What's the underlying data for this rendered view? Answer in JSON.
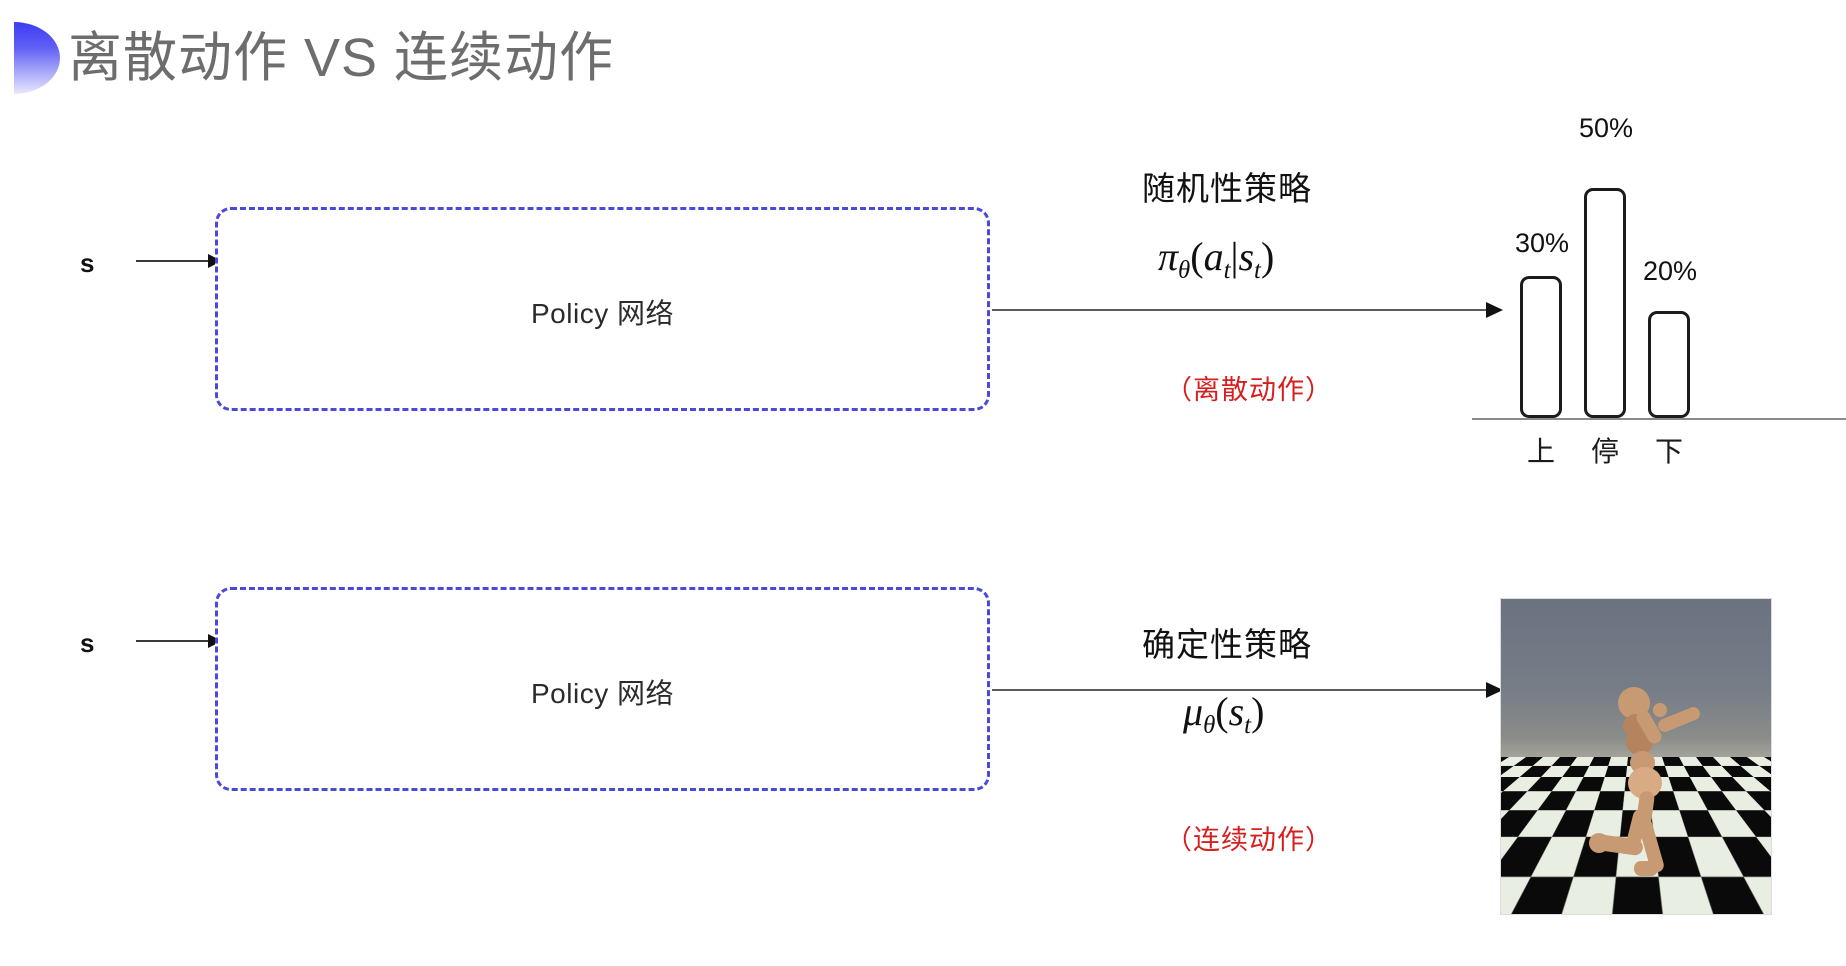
{
  "slide": {
    "title": "离散动作 VS 连续动作",
    "background_color": "#ffffff",
    "title_color": "#6d6d6d",
    "accent_color": "#3d3df2"
  },
  "flows": [
    {
      "id": "discrete",
      "input_label": "s",
      "box_label": "Policy 网络",
      "box_border_color": "#4a4ad8",
      "policy_kind": "随机性策略",
      "formula_plain": "πθ(at|st)",
      "formula_parts": {
        "fn": "π",
        "param": "θ",
        "open": "(",
        "arg1": "a",
        "arg1sub": "t",
        "bar": "|",
        "arg2": "s",
        "arg2sub": "t",
        "close": ")"
      },
      "action_note": "（离散动作）",
      "action_note_color": "#d71f1f",
      "output_type": "bar-chart"
    },
    {
      "id": "continuous",
      "input_label": "s",
      "box_label": "Policy 网络",
      "box_border_color": "#4a4ad8",
      "policy_kind": "确定性策略",
      "formula_plain": "μθ(st)",
      "formula_parts": {
        "fn": "μ",
        "param": "θ",
        "open": "(",
        "arg1": "s",
        "arg1sub": "t",
        "close": ")"
      },
      "action_note": "（连续动作）",
      "action_note_color": "#d71f1f",
      "output_type": "humanoid-simulation"
    }
  ],
  "chart_data": {
    "type": "bar",
    "title": "",
    "xlabel": "",
    "ylabel": "",
    "categories": [
      "上",
      "停",
      "下"
    ],
    "values": [
      30,
      50,
      20
    ],
    "value_labels": [
      "30%",
      "50%",
      "20%"
    ],
    "ylim": [
      0,
      55
    ],
    "grid": false,
    "legend": null,
    "bar_style": {
      "fill": "#ffffff",
      "stroke": "#1b1b1b",
      "rounded": true
    },
    "axis_color": "#8a8a8a"
  },
  "simulation": {
    "name": "mujoco-humanoid",
    "sky_color": "#6f7682",
    "floor_colors": [
      "#0a0a0a",
      "#e8efe2"
    ],
    "body_color": "#c89a74"
  }
}
